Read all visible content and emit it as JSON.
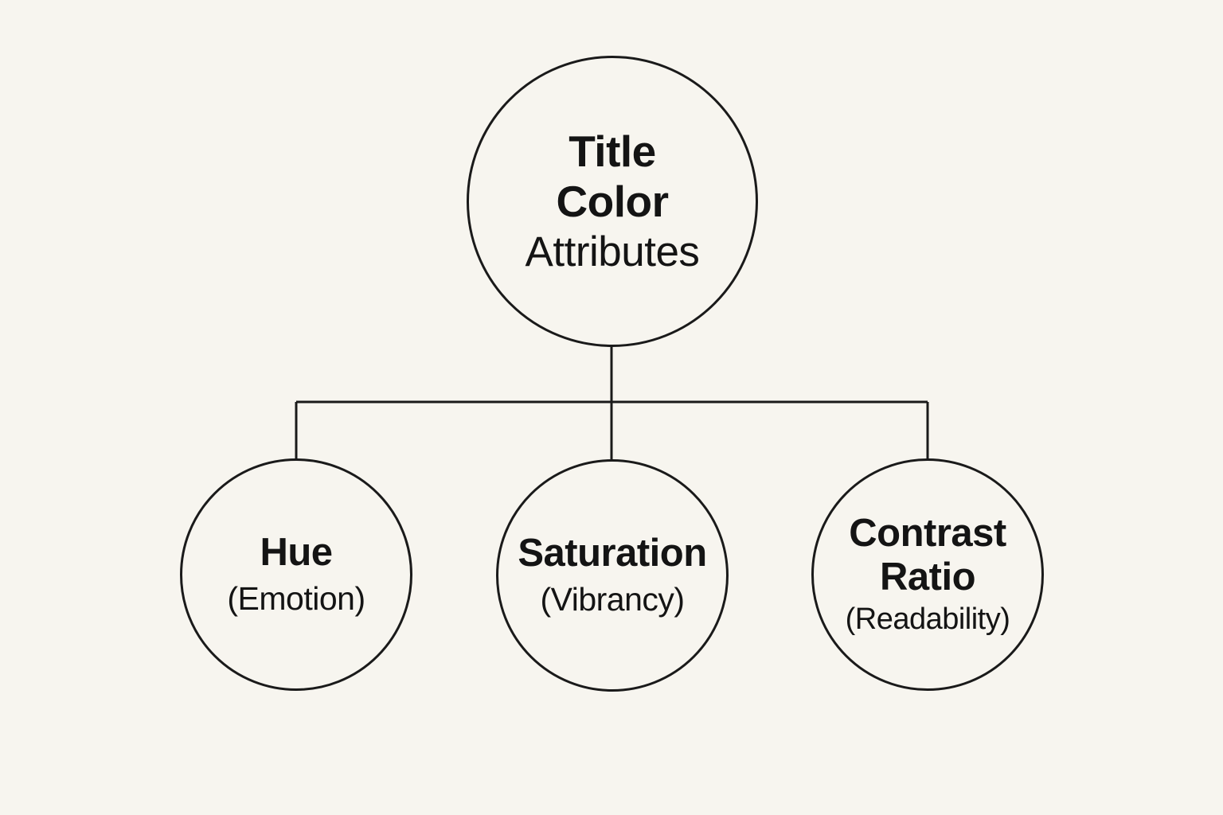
{
  "diagram": {
    "type": "hierarchy-tree",
    "colors": {
      "background": "#F7F5EF",
      "stroke": "#1A1A1A",
      "text": "#141414"
    },
    "root": {
      "line1": "Title",
      "line2": "Color",
      "line3": "Attributes"
    },
    "children": [
      {
        "label": "Hue",
        "sublabel": "(Emotion)"
      },
      {
        "label": "Saturation",
        "sublabel": "(Vibrancy)"
      },
      {
        "label": "Contrast Ratio",
        "sublabel": "(Readability)"
      }
    ]
  }
}
